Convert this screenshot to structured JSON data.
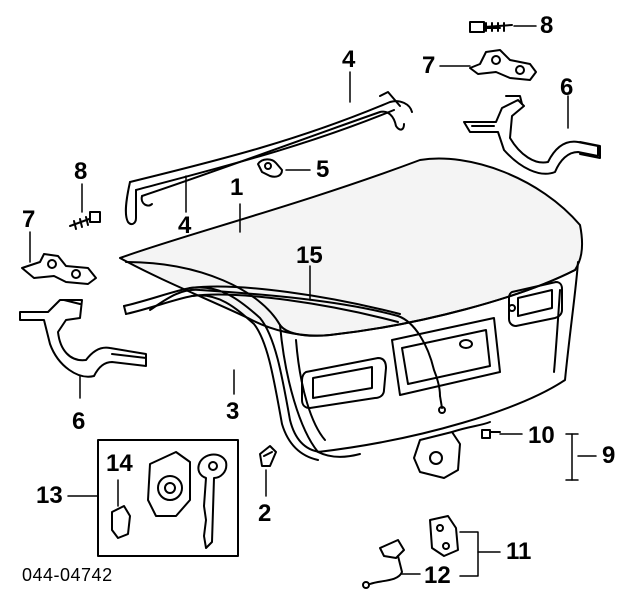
{
  "diagram": {
    "figure_code": "044-04742",
    "callouts": {
      "c1": "1",
      "c2": "2",
      "c3": "3",
      "c4_top": "4",
      "c4_mid": "4",
      "c5": "5",
      "c6_right": "6",
      "c6_left": "6",
      "c7_right": "7",
      "c7_left": "7",
      "c8_right": "8",
      "c8_left": "8",
      "c9": "9",
      "c10": "10",
      "c11": "11",
      "c12": "12",
      "c13": "13",
      "c14": "14",
      "c15": "15"
    },
    "parts": [
      "trunk-lid",
      "torsion-bar",
      "weatherstrip",
      "hinge-left",
      "hinge-right",
      "lock-cylinder-set",
      "latch-assembly",
      "striker",
      "release-cable"
    ]
  }
}
